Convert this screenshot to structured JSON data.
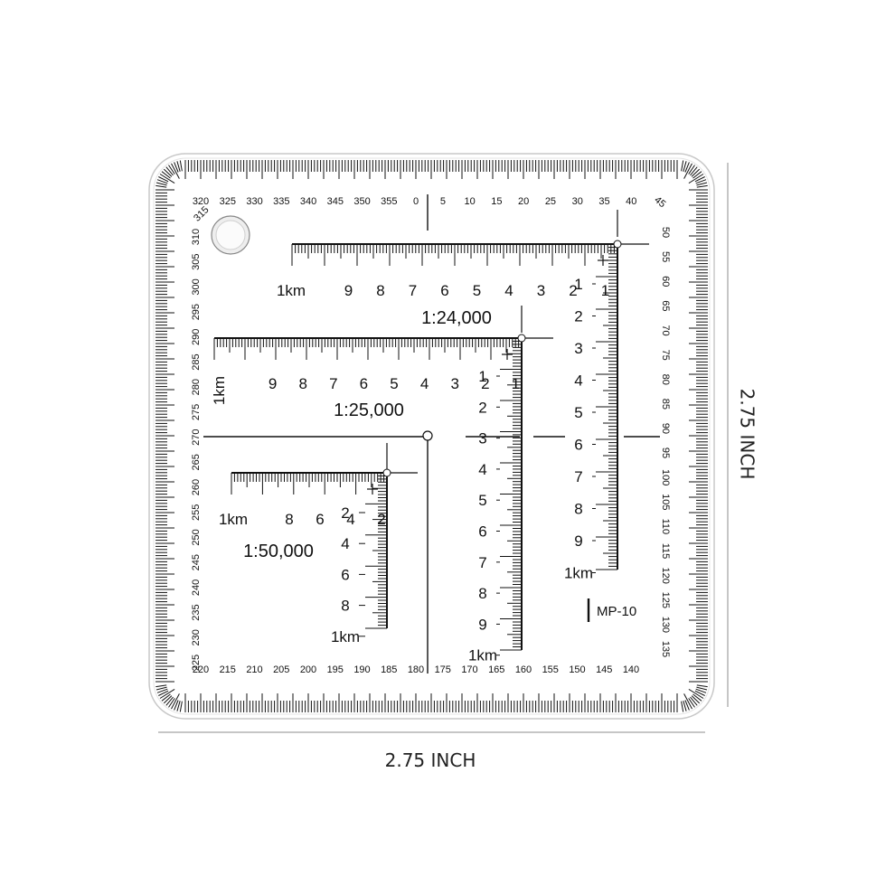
{
  "product": {
    "model": "MP-10",
    "width_label": "2.75 INCH",
    "height_label": "2.75 INCH"
  },
  "bezel": {
    "top_labels": [
      "320",
      "325",
      "330",
      "335",
      "340",
      "345",
      "350",
      "355",
      "0",
      "5",
      "10",
      "15",
      "20",
      "25",
      "30",
      "35",
      "40",
      "45"
    ],
    "right_labels": [
      "50",
      "55",
      "60",
      "65",
      "70",
      "75",
      "80",
      "85",
      "90",
      "95",
      "100",
      "105",
      "110",
      "115",
      "120",
      "125",
      "130",
      "135"
    ],
    "bottom_labels": [
      "220",
      "215",
      "210",
      "205",
      "200",
      "195",
      "190",
      "185",
      "180",
      "175",
      "170",
      "165",
      "160",
      "155",
      "150",
      "145",
      "140"
    ],
    "left_labels": [
      "310",
      "305",
      "300",
      "295",
      "290",
      "285",
      "280",
      "275",
      "270",
      "265",
      "260",
      "255",
      "250",
      "245",
      "240",
      "235",
      "230",
      "225"
    ],
    "top_left_corner_label": "315"
  },
  "scales": [
    {
      "name": "scale-1-24000",
      "label": "1:24,000",
      "h_labels": [
        "1km",
        "9",
        "8",
        "7",
        "6",
        "5",
        "4",
        "3",
        "2",
        "1"
      ],
      "v_labels": [
        "1",
        "2",
        "3",
        "4",
        "5",
        "6",
        "7",
        "8",
        "9",
        "1km"
      ]
    },
    {
      "name": "scale-1-25000",
      "label": "1:25,000",
      "h_labels": [
        "1km",
        "9",
        "8",
        "7",
        "6",
        "5",
        "4",
        "3",
        "2",
        "1"
      ],
      "v_labels": [
        "1",
        "2",
        "3",
        "4",
        "5",
        "6",
        "7",
        "8",
        "9",
        "1km"
      ]
    },
    {
      "name": "scale-1-50000",
      "label": "1:50,000",
      "h_labels": [
        "1km",
        "8",
        "6",
        "4",
        "2"
      ],
      "v_labels": [
        "2",
        "4",
        "6",
        "8",
        "1km"
      ]
    }
  ],
  "colors": {
    "ink": "#111111",
    "card_border": "#c8c8c8",
    "dimension_line": "#8c8c8c",
    "hole_fill": "#eeeeee"
  }
}
